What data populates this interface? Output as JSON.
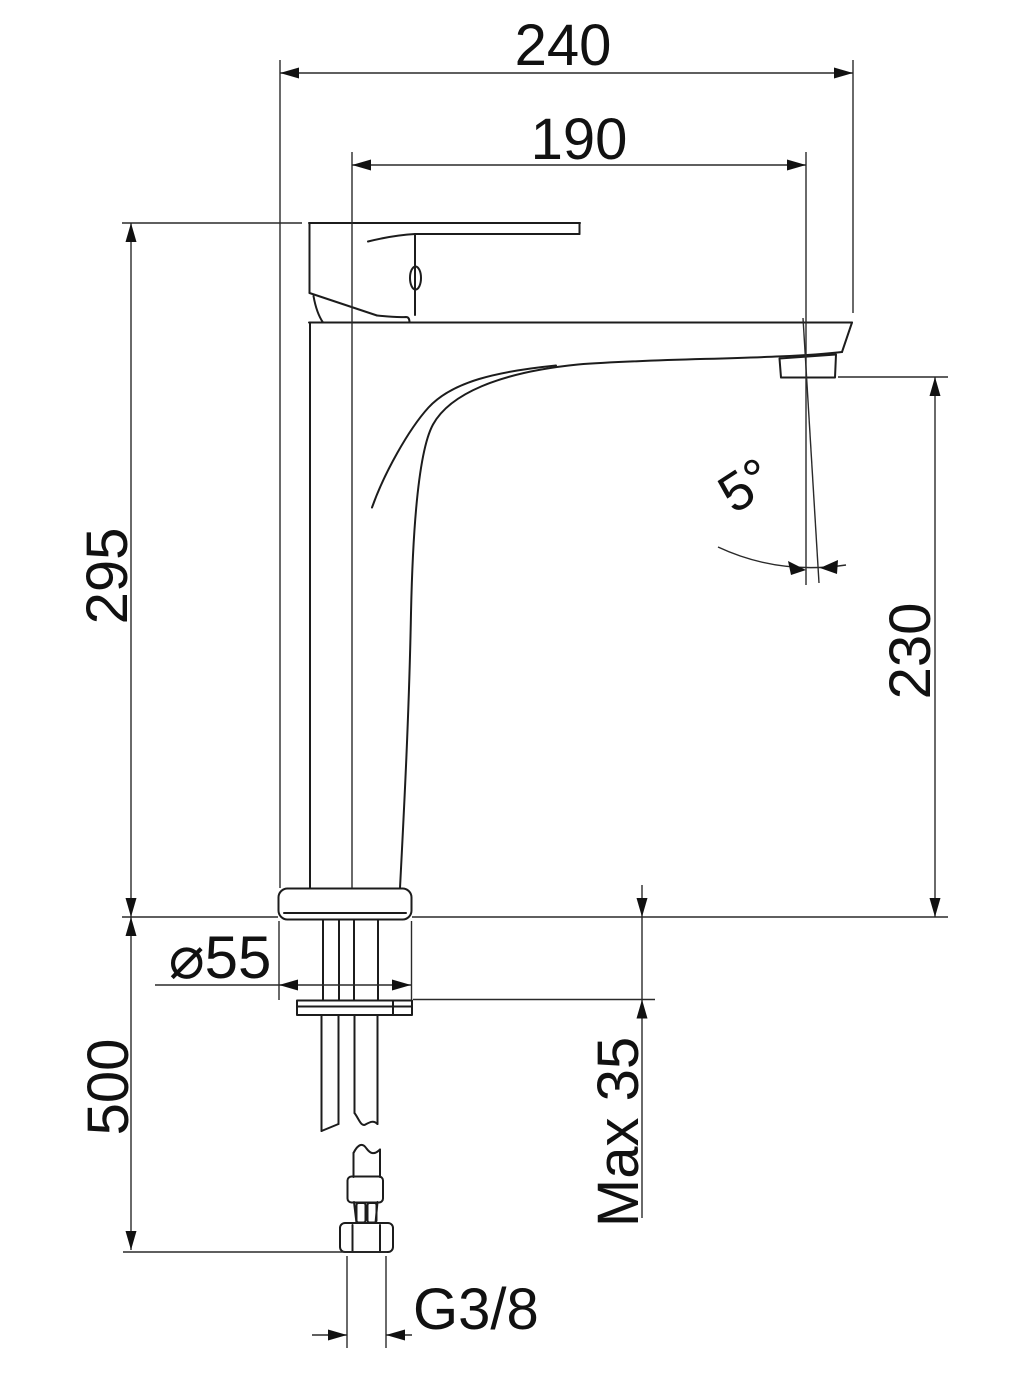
{
  "page": {
    "background": "#ffffff",
    "line_color": "#1c1c1c"
  },
  "drawing": {
    "kind": "technical-dimension-drawing",
    "view": "side view of tall single-lever basin mixer tap",
    "dimensions": {
      "overall_depth": "240",
      "spout_reach": "190",
      "body_height": "295",
      "spout_outlet_height": "230",
      "outlet_angle": "5°",
      "base_diameter": "⌀55",
      "supply_hose_length": "500",
      "max_mounting_thickness": "Max 35",
      "connection_thread": "G3/8"
    }
  }
}
